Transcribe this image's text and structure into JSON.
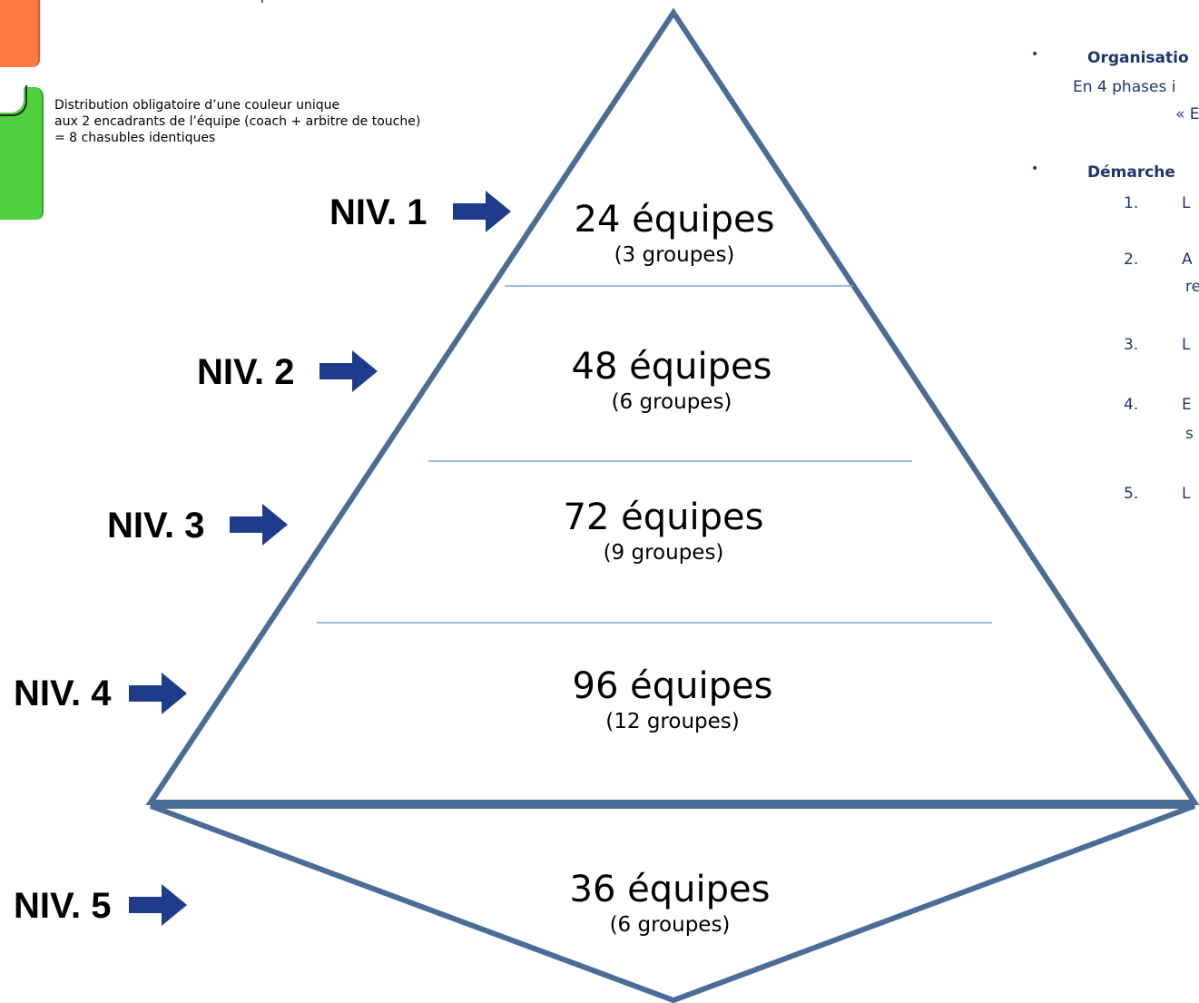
{
  "colors": {
    "pyramid_stroke": "#4a6c97",
    "divider": "#7fa6d4",
    "arrow": "#1f3b8c",
    "right_text": "#1f3570",
    "bib_orange": "#ff7a45",
    "bib_green": "#4fd13f"
  },
  "legend": {
    "top_partial": "p",
    "green_lines": [
      "Distribution obligatoire d’une couleur unique",
      "aux 2 encadrants de l’équipe (coach + arbitre de touche)",
      "= 8 chasubles identiques"
    ]
  },
  "levels": [
    {
      "label": "NIV. 1",
      "teams": "24 équipes",
      "groups": "(3 groupes)"
    },
    {
      "label": "NIV. 2",
      "teams": "48 équipes",
      "groups": "(6 groupes)"
    },
    {
      "label": "NIV. 3",
      "teams": "72 équipes",
      "groups": "(9 groupes)"
    },
    {
      "label": "NIV. 4",
      "teams": "96 équipes",
      "groups": "(12 groupes)"
    },
    {
      "label": "NIV. 5",
      "teams": "36 équipes",
      "groups": "(6 groupes)"
    }
  ],
  "right_panel": {
    "bullet1_title": "Organisatio",
    "bullet1_line2": "En 4 phases i",
    "bullet1_line3": "« E",
    "bullet2_title": "Démarche",
    "items": [
      {
        "num": "1.",
        "text": "L"
      },
      {
        "num": "2.",
        "text": "A",
        "cont": "re"
      },
      {
        "num": "3.",
        "text": "L"
      },
      {
        "num": "4.",
        "text": "E",
        "cont": "s"
      },
      {
        "num": "5.",
        "text": "L"
      }
    ]
  }
}
